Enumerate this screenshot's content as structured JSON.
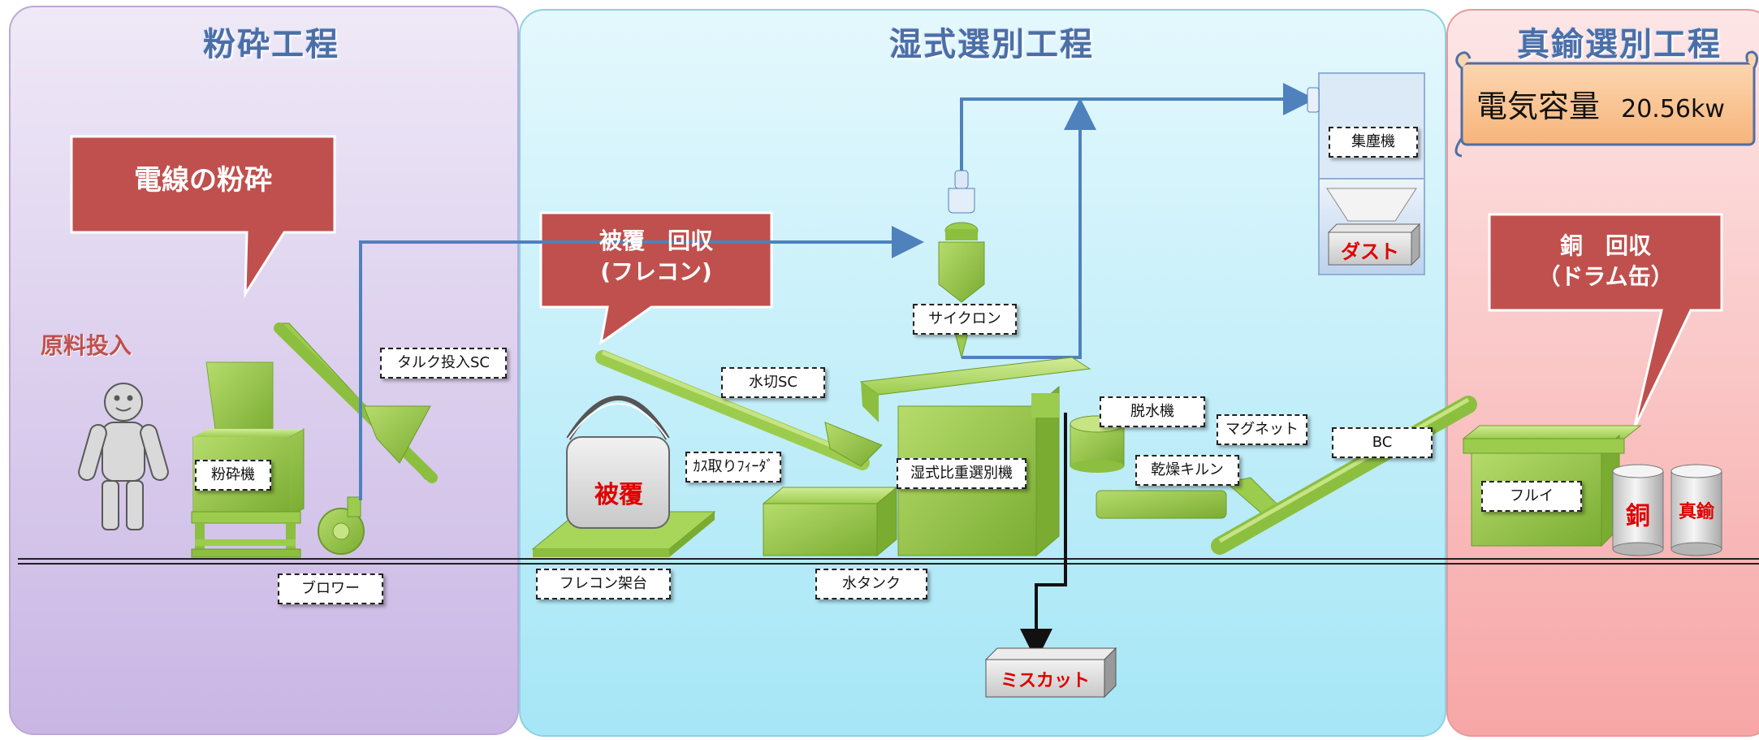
{
  "sections": {
    "crushing": {
      "title": "粉砕工程"
    },
    "wet_sorting": {
      "title": "湿式選別工程"
    },
    "brass_sorting": {
      "title": "真鍮選別工程"
    }
  },
  "power": {
    "label": "電気容量",
    "value": "20.56kw"
  },
  "callouts": {
    "wire_crushing": "電線の粉砕",
    "coating_recovery_line1": "被覆　回収",
    "coating_recovery_line2": "(フレコン)",
    "copper_recovery_line1": "銅　回収",
    "copper_recovery_line2": "（ドラム缶）"
  },
  "raw_input": "原料投入",
  "equipment_labels": {
    "crusher": "粉砕機",
    "talc_sc": "タルク投入SC",
    "blower": "ブロワー",
    "flecon_stand": "フレコン架台",
    "water_drain_sc": "水切SC",
    "scum_feeder": "ｶｽ取りﾌｨｰﾀﾞ",
    "water_tank": "水タンク",
    "cyclone": "サイクロン",
    "wet_gravity_separator": "湿式比重選別機",
    "dehydrator": "脱水機",
    "magnet": "マグネット",
    "drying_kiln": "乾燥キルン",
    "bc": "BC",
    "dust_collector": "集塵機",
    "sieve": "フルイ"
  },
  "containers": {
    "coating_bag": "被覆",
    "dust": "ダスト",
    "miscut": "ミスカット",
    "copper_drum": "銅",
    "brass_drum": "真鍮"
  },
  "colors": {
    "section_crushing": "#dcd0ee",
    "section_wet": "#c8f0fa",
    "section_brass": "#f8b8b8",
    "callout": "#c0504d",
    "machine_green": "#8cbf3f",
    "pipe_blue": "#4f81bd",
    "power_box": "#fac090",
    "title_blue": "#4a6fa8"
  }
}
